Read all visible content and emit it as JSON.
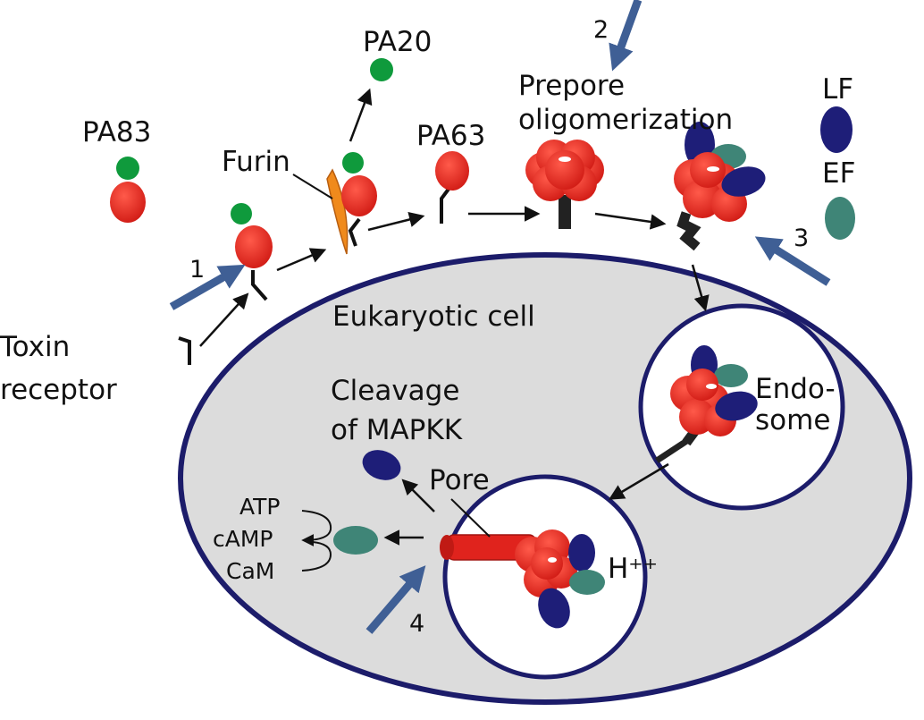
{
  "labels": {
    "pa83": "PA83",
    "pa20": "PA20",
    "pa63": "PA63",
    "furin": "Furin",
    "prepore_line1": "Prepore",
    "prepore_line2": "oligomerization",
    "lf": "LF",
    "ef": "EF",
    "toxin_receptor_line1": "Toxin",
    "toxin_receptor_line2": "receptor",
    "eukaryotic_cell": "Eukaryotic cell",
    "endosome_line1": "Endo-",
    "endosome_line2": "some",
    "cleavage_line1": "Cleavage",
    "cleavage_line2": "of MAPKK",
    "pore": "Pore",
    "atp": "ATP",
    "camp": "cAMP",
    "cam": "CaM",
    "h_plus": "H⁺⁺"
  },
  "steps": [
    "1",
    "2",
    "3",
    "4"
  ],
  "colors": {
    "pa_red": "#e0231d",
    "pa20_green": "#0f9a3c",
    "lf_navy": "#1e1e78",
    "ef_teal": "#3f8577",
    "furin_orange": "#f08a1c",
    "membrane_navy": "#1c1c6a",
    "cytoplasm_gray": "#dcdcdc",
    "step_arrow_blue": "#3f5f95"
  }
}
